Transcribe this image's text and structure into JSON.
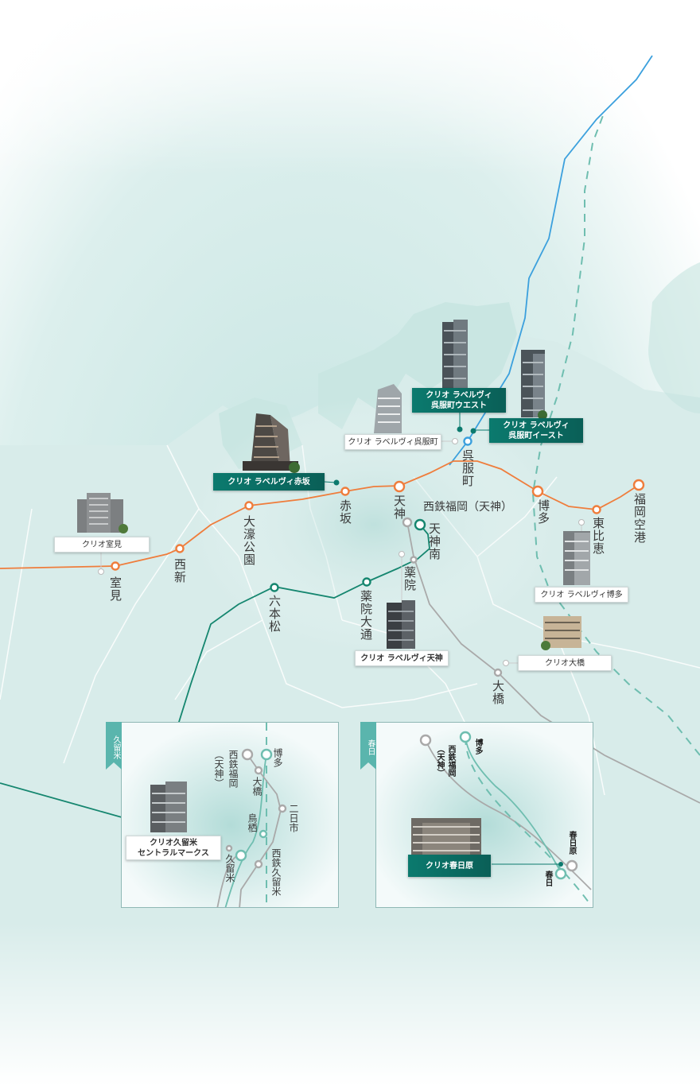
{
  "colors": {
    "orange_line": "#ef7d3c",
    "green_line": "#15866f",
    "blue_line": "#3ba0dd",
    "gray_line": "#a9a9a9",
    "dashed_line": "#6fbeb0",
    "label_green": "#0b7a6e",
    "sea": "#d4ebe8"
  },
  "stations": {
    "muromi": "室見",
    "nishijin": "西新",
    "ohori": "大濠公園",
    "akasaka": "赤坂",
    "tenjin": "天神",
    "gofukumachi": "呉服町",
    "hakata": "博多",
    "higashihie": "東比恵",
    "airport": "福岡空港",
    "nishitetsu_tenjin": "西鉄福岡（天神）",
    "tenjinminami": "天神南",
    "yakuin": "薬院",
    "yakuin_odori": "薬院大通",
    "ropponmatsu": "六本松",
    "ohashi": "大橋"
  },
  "properties": {
    "muromi": "クリオ室見",
    "akasaka": "クリオ ラベルヴィ赤坂",
    "gofuku": "クリオ ラベルヴィ呉服町",
    "west_1": "クリオ ラベルヴィ",
    "west_2": "呉服町ウエスト",
    "east_1": "クリオ ラベルヴィ",
    "east_2": "呉服町イースト",
    "hakata": "クリオ ラベルヴィ博多",
    "tenjin": "クリオ ラベルヴィ天神",
    "ohashi": "クリオ大橋"
  },
  "kurume": {
    "tag": "久留米",
    "stations": {
      "hakata": "博多",
      "nishitetsu_tenjin": "西鉄福岡",
      "tenjin_paren": "（天神）",
      "ohashi": "大橋",
      "futsukaichi": "二日市",
      "tosu": "鳥栖",
      "kurume": "久留米",
      "nishitetsu_kurume": "西鉄久留米"
    },
    "property_1": "クリオ久留米",
    "property_2": "セントラルマークス"
  },
  "kasuga": {
    "tag": "春日",
    "stations": {
      "hakata": "博多",
      "nishitetsu_fukuoka": "西鉄福岡",
      "tenjin_paren": "（天神）",
      "kasugabaru": "春日原",
      "kasuga": "春日"
    },
    "property": "クリオ春日原"
  }
}
